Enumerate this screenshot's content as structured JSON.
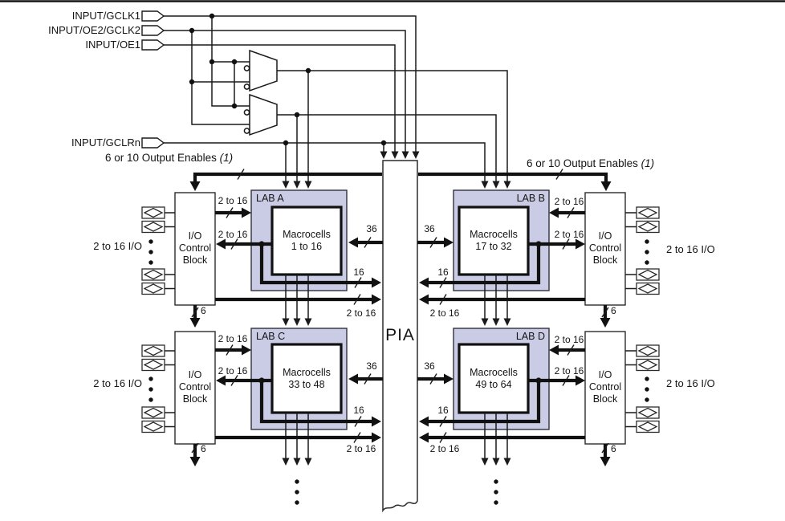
{
  "diagram": {
    "signals": [
      {
        "label": "INPUT/GCLK1"
      },
      {
        "label": "INPUT/OE2/GCLK2"
      },
      {
        "label": "INPUT/OE1"
      },
      {
        "label": "INPUT/GCLRn"
      }
    ],
    "oe_bus": {
      "text": "6 or 10 Output Enables",
      "note": "(1)"
    },
    "pia": {
      "label": "PIA"
    },
    "labs": {
      "a": {
        "name": "LAB A",
        "mc_line1": "Macrocells",
        "mc_line2": "1 to 16"
      },
      "b": {
        "name": "LAB B",
        "mc_line1": "Macrocells",
        "mc_line2": "17 to 32"
      },
      "c": {
        "name": "LAB C",
        "mc_line1": "Macrocells",
        "mc_line2": "33 to 48"
      },
      "d": {
        "name": "LAB D",
        "mc_line1": "Macrocells",
        "mc_line2": "49 to 64"
      }
    },
    "io_control_block": {
      "line1": "I/O",
      "line2": "Control",
      "line3": "Block"
    },
    "bus_widths": {
      "w36": "36",
      "w16": "16",
      "w2to16": "2 to 16",
      "w6": "6"
    },
    "io_pins_label": "2 to 16 I/O",
    "colors": {
      "lab_fill": "#c9cce4",
      "line": "#1a1a1a",
      "background": "#ffffff"
    }
  }
}
